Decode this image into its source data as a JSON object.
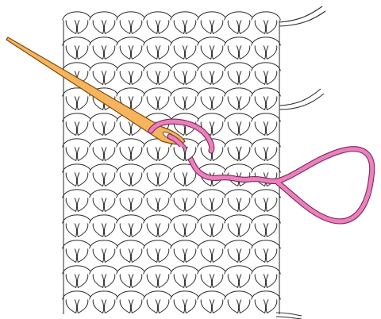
{
  "illustration": {
    "colors": {
      "background": "#ffffff",
      "outline": "#2a2a2a",
      "fabric_fill": "#ffffff",
      "needle_fill": "#f6b45c",
      "needle_outline": "#7a4a12",
      "yarn_fill": "#ec7fbd",
      "yarn_outline": "#7a2a58"
    },
    "knitted_fabric": {
      "stitch_rows": 12,
      "stitches_per_row": 8
    },
    "parts": [
      "knitted-swatch",
      "tapestry-needle",
      "pink-yarn-strand"
    ]
  }
}
